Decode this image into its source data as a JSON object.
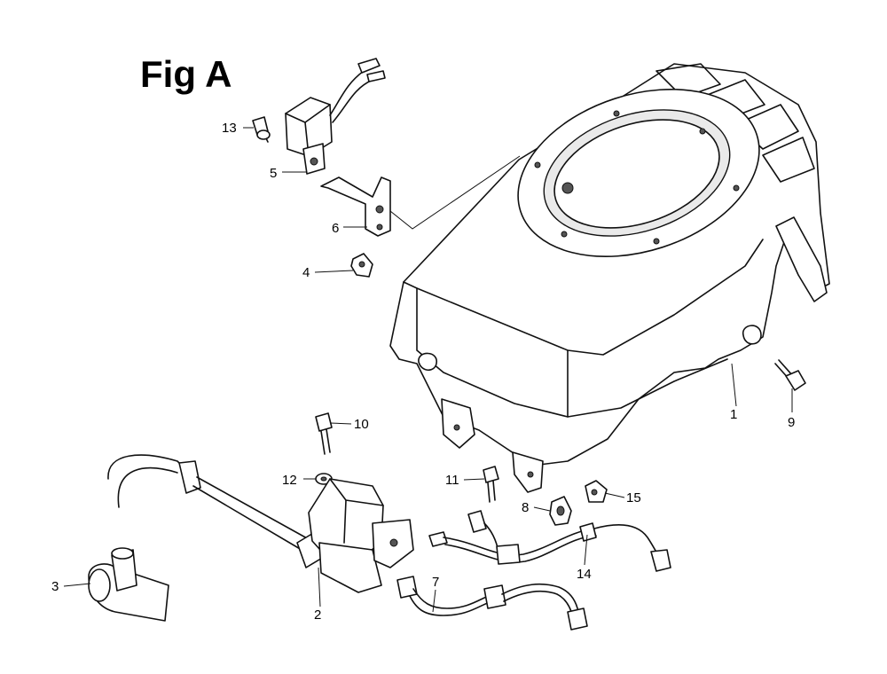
{
  "figure_title": "Fig A",
  "callouts": [
    {
      "id": "1",
      "label": "1"
    },
    {
      "id": "2",
      "label": "2"
    },
    {
      "id": "3",
      "label": "3"
    },
    {
      "id": "4",
      "label": "4"
    },
    {
      "id": "5",
      "label": "5"
    },
    {
      "id": "6",
      "label": "6"
    },
    {
      "id": "7",
      "label": "7"
    },
    {
      "id": "8",
      "label": "8"
    },
    {
      "id": "9",
      "label": "9"
    },
    {
      "id": "10",
      "label": "10"
    },
    {
      "id": "11",
      "label": "11"
    },
    {
      "id": "12",
      "label": "12"
    },
    {
      "id": "13",
      "label": "13"
    },
    {
      "id": "14",
      "label": "14"
    },
    {
      "id": "15",
      "label": "15"
    }
  ]
}
